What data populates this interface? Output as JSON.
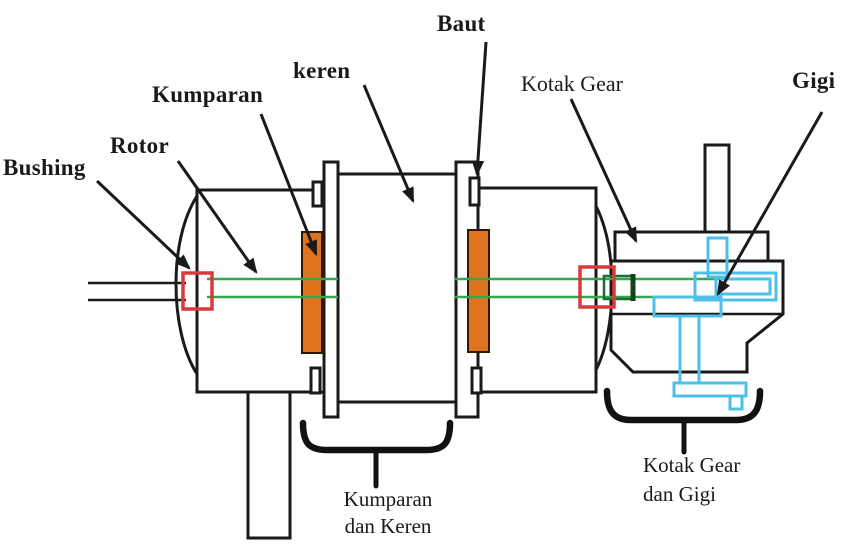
{
  "diagram": {
    "callouts": {
      "bushing": "Bushing",
      "rotor": "Rotor",
      "kumparan": "Kumparan",
      "keren": "keren",
      "baut": "Baut",
      "kotak_gear": "Kotak Gear",
      "gigi": "Gigi"
    },
    "captions": {
      "left": {
        "line1": "Kumparan",
        "line2": "dan Keren"
      },
      "right": {
        "line1": "Kotak Gear",
        "line2": "dan Gigi"
      }
    },
    "colors": {
      "ink": "#1a1a1a",
      "green": "#35a74a",
      "red": "#d93a3c",
      "orange": "#e0731d",
      "cyan": "#4ec0e8"
    }
  }
}
